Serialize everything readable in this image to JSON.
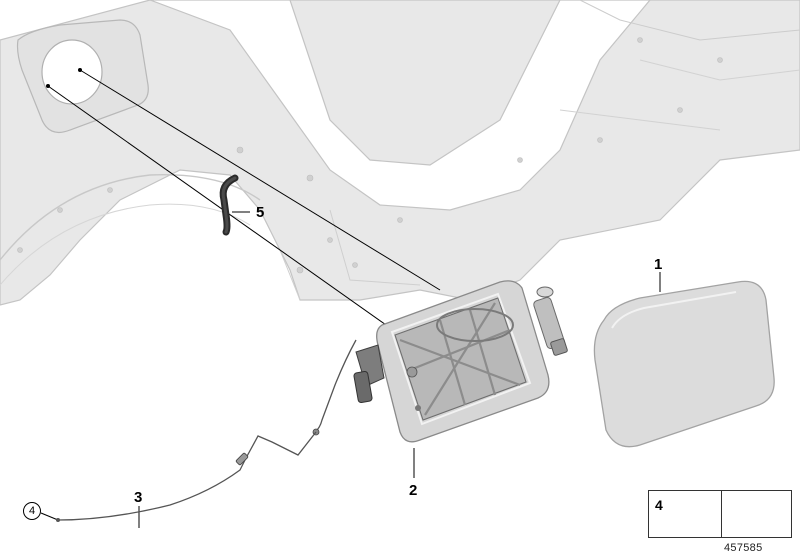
{
  "diagram": {
    "callouts": {
      "part1": "1",
      "part2": "2",
      "part3": "3",
      "part4_circled": "4",
      "part5": "5"
    },
    "legend": {
      "part_number": "4"
    },
    "diagram_id": "457585"
  },
  "colors": {
    "body_panel": "#e6e6e6",
    "body_panel_edge": "#c8c8c8",
    "housing": "#cfcfcf",
    "housing_dark": "#8f8f8f",
    "flap_cover": "#d8d8d8",
    "leader_line": "#000000",
    "hose": "#2a2a2a"
  }
}
